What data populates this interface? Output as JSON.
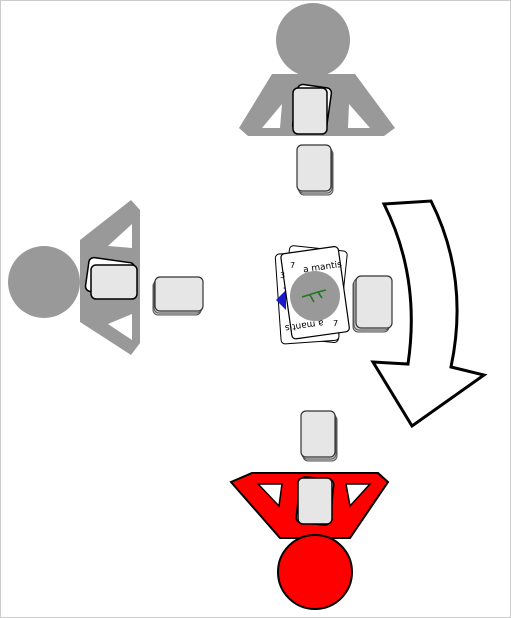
{
  "diagram": {
    "players": [
      {
        "id": "top",
        "role": "opponent",
        "color": "#999999"
      },
      {
        "id": "left",
        "role": "opponent",
        "color": "#999999"
      },
      {
        "id": "bottom",
        "role": "active-player",
        "color": "#ff0000"
      }
    ],
    "center_cards": {
      "card_name": "a mantis",
      "card_number": "7",
      "card_number_alt": "3"
    },
    "turn_direction": "clockwise",
    "colors": {
      "opponent_gray": "#999999",
      "active_red": "#ff0000",
      "outline": "#000000",
      "card_fill": "#e6e6e6",
      "card_edge": "#333333"
    }
  }
}
